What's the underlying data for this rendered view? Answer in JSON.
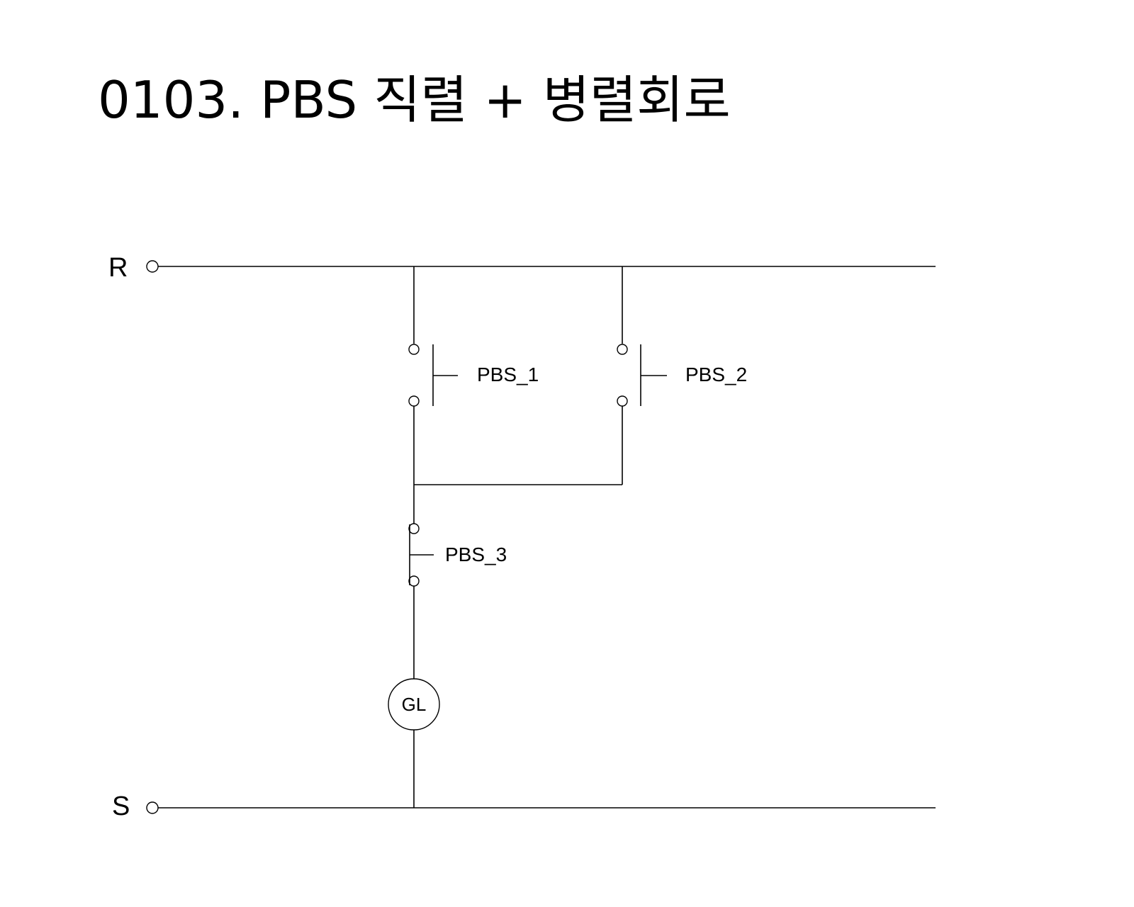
{
  "title": "0103. PBS 직렬 + 병렬회로",
  "terminals": {
    "top": "R",
    "bottom": "S"
  },
  "switches": {
    "pbs1": "PBS_1",
    "pbs2": "PBS_2",
    "pbs3": "PBS_3"
  },
  "lamp": "GL"
}
